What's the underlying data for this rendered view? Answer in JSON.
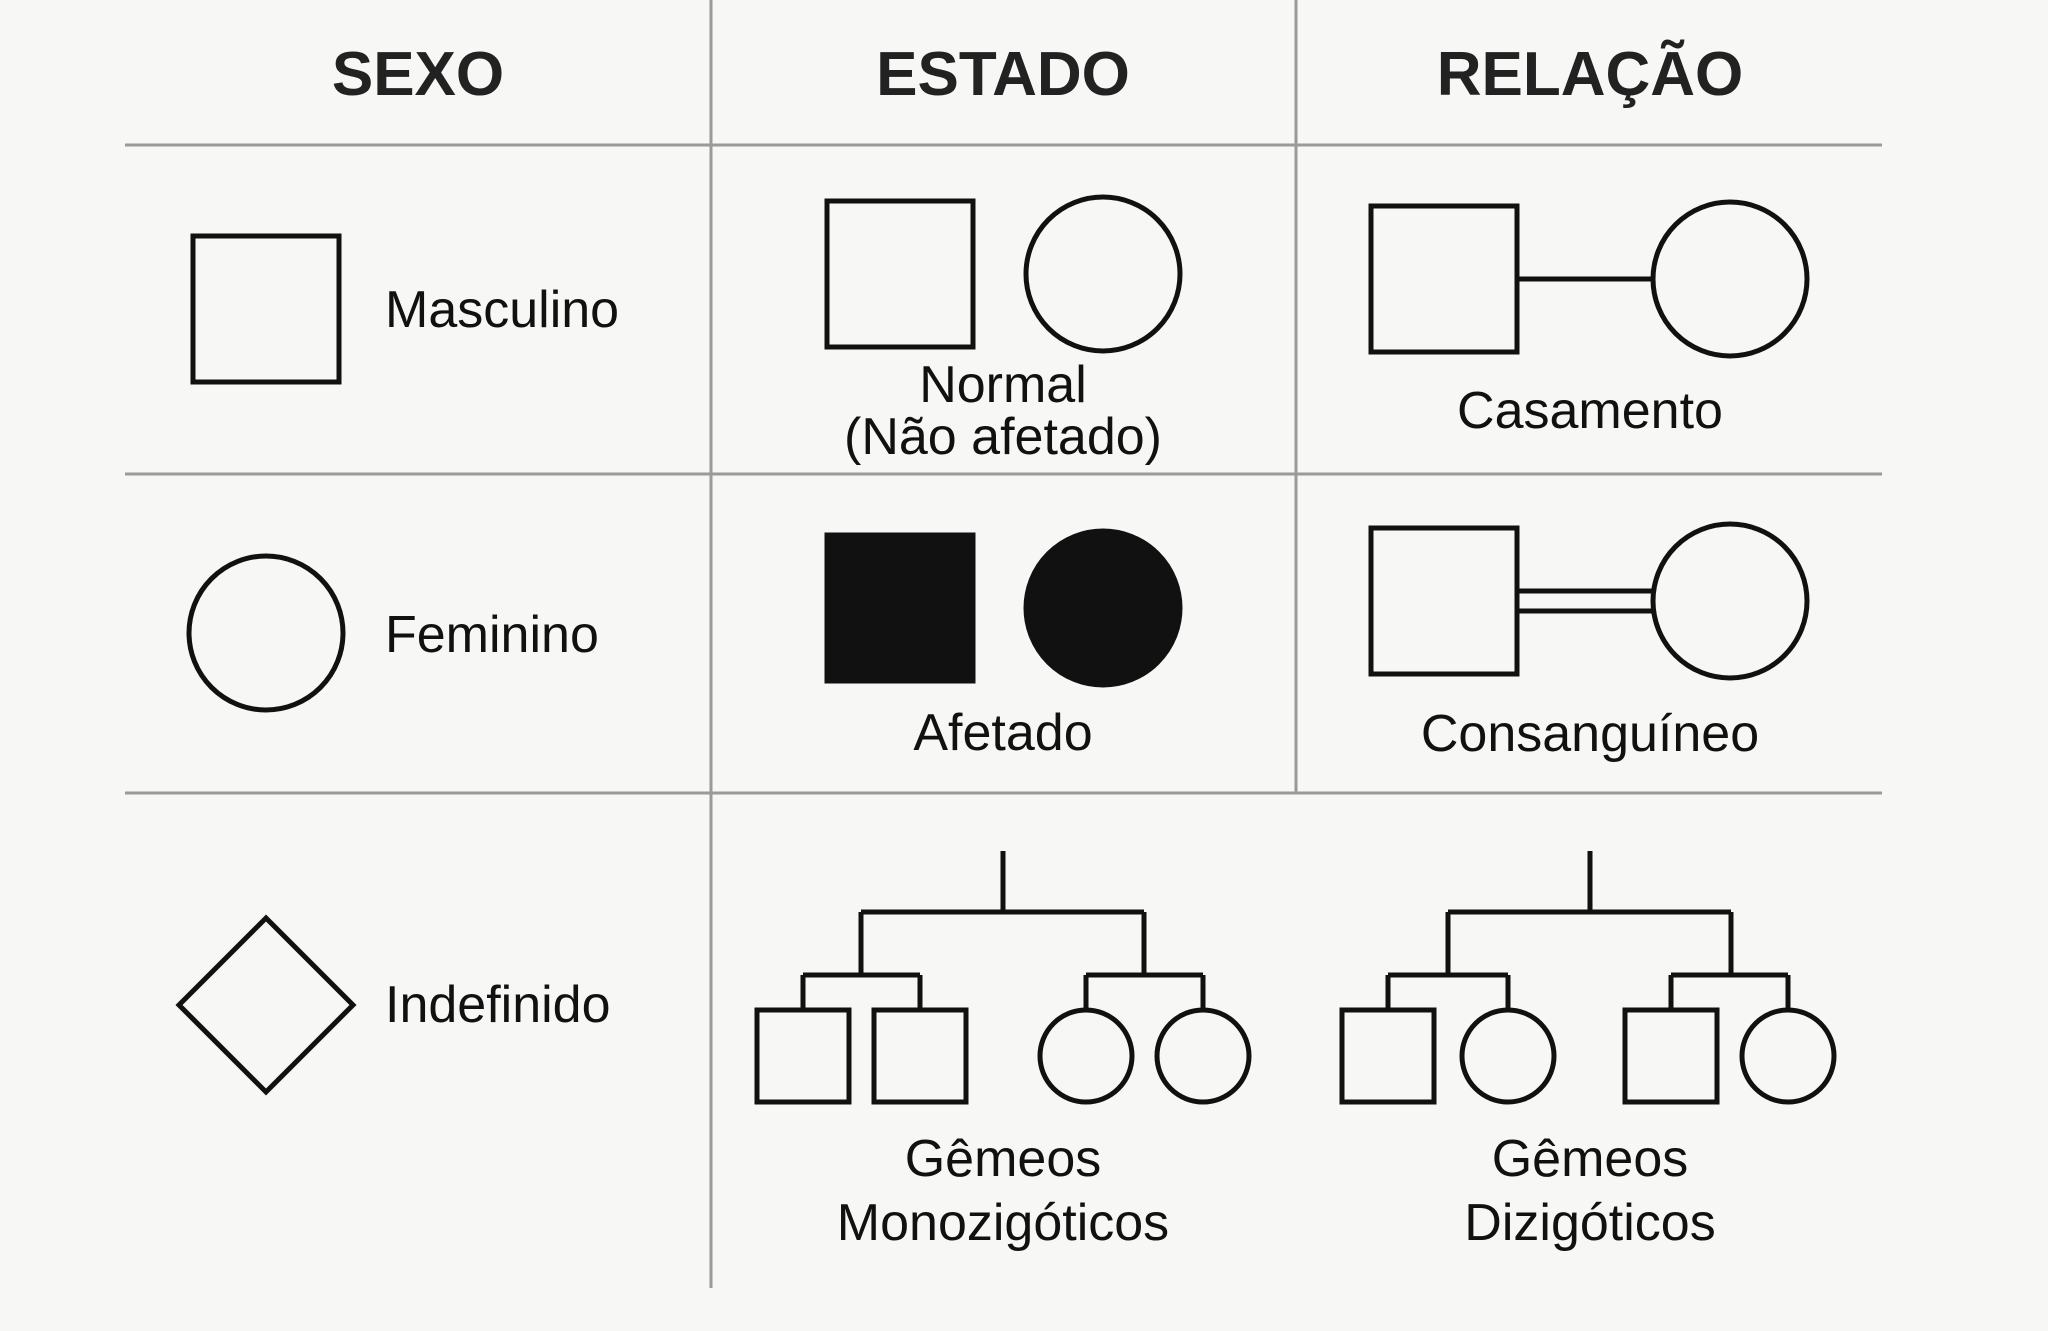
{
  "headers": {
    "sex": "SEXO",
    "status": "ESTADO",
    "relation": "RELAÇÃO"
  },
  "sex": {
    "male": "Masculino",
    "female": "Feminino",
    "undefined": "Indefinido"
  },
  "status": {
    "normal_line1": "Normal",
    "normal_line2": "(Não afetado)",
    "affected": "Afetado"
  },
  "relation": {
    "marriage": "Casamento",
    "consanguineous": "Consanguíneo"
  },
  "twins": {
    "monozygotic_line1": "Gêmeos",
    "monozygotic_line2": "Monozigóticos",
    "dizygotic_line1": "Gêmeos",
    "dizygotic_line2": "Dizigóticos"
  }
}
